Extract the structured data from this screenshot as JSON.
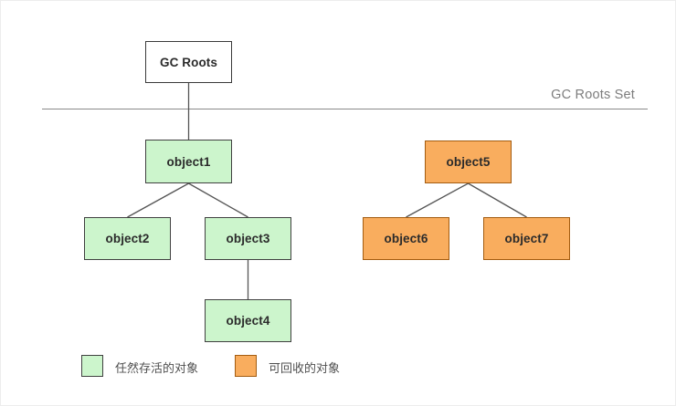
{
  "diagram": {
    "separator_label": "GC Roots Set",
    "root": {
      "label": "GC Roots"
    },
    "nodes": [
      {
        "id": "object1",
        "label": "object1",
        "kind": "alive"
      },
      {
        "id": "object2",
        "label": "object2",
        "kind": "alive"
      },
      {
        "id": "object3",
        "label": "object3",
        "kind": "alive"
      },
      {
        "id": "object4",
        "label": "object4",
        "kind": "alive"
      },
      {
        "id": "object5",
        "label": "object5",
        "kind": "garbage"
      },
      {
        "id": "object6",
        "label": "object6",
        "kind": "garbage"
      },
      {
        "id": "object7",
        "label": "object7",
        "kind": "garbage"
      }
    ],
    "edges": [
      {
        "from": "GC Roots",
        "to": "object1"
      },
      {
        "from": "object1",
        "to": "object2"
      },
      {
        "from": "object1",
        "to": "object3"
      },
      {
        "from": "object3",
        "to": "object4"
      },
      {
        "from": "object5",
        "to": "object6"
      },
      {
        "from": "object5",
        "to": "object7"
      }
    ],
    "legend": {
      "alive": {
        "label": "任然存活的对象",
        "color": "#ccf5cc"
      },
      "garbage": {
        "label": "可回收的对象",
        "color": "#f9ad5e"
      }
    },
    "colors": {
      "alive_fill": "#ccf5cc",
      "alive_stroke": "#404040",
      "garbage_fill": "#f9ad5e",
      "garbage_stroke": "#a35c10",
      "root_fill": "#ffffff",
      "root_stroke": "#3a3a3a",
      "edge_stroke": "#555555",
      "separator_stroke": "#8a8a8a",
      "separator_text": "#7d7d7d",
      "node_text": "#2b2b2b"
    }
  }
}
